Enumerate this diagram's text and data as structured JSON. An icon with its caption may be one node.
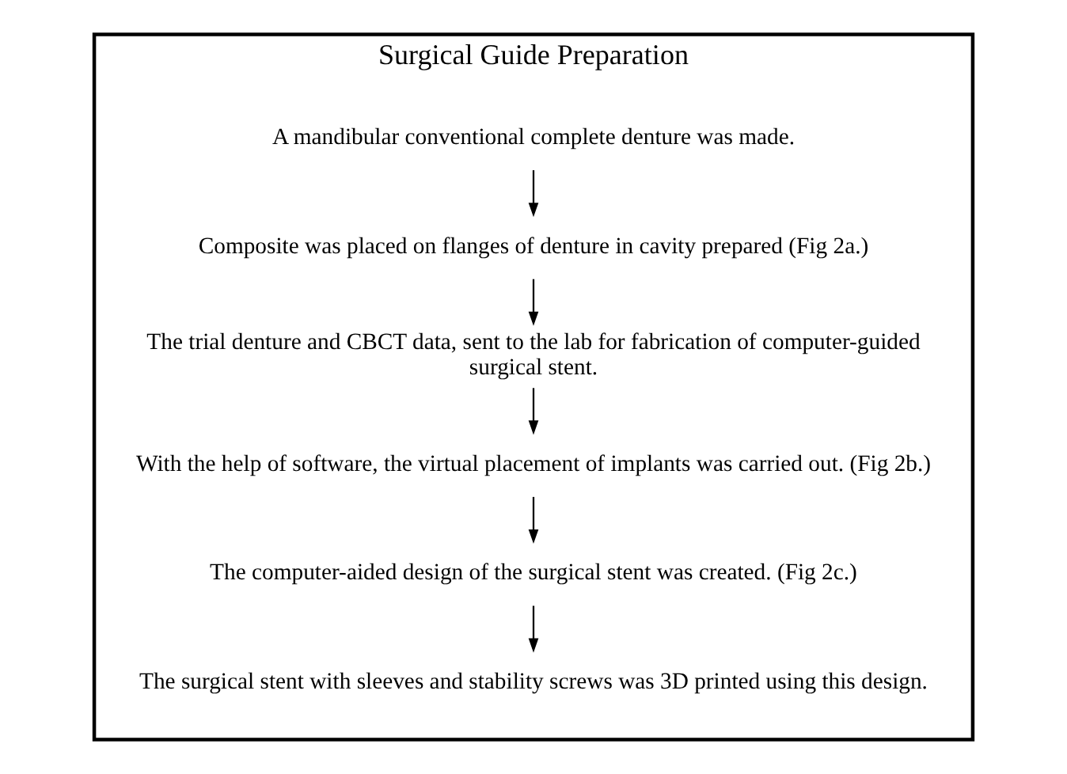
{
  "diagram": {
    "nodes": [
      {
        "text": [
          "Surgical Guide Preparation"
        ]
      },
      {
        "text": [
          "A mandibular conventional complete denture was made."
        ],
        "in": 0
      },
      {
        "text": [
          "Composite was placed on flanges of denture in cavity prepared (Fig 2a.)"
        ],
        "in": 0
      },
      {
        "text": [
          "The trial denture and CBCT data, sent to the lab for fabrication of computer-guided surgical stent."
        ],
        "in": 0
      },
      {
        "text": [
          "With the help of software, the virtual placement of implants was carried out. (Fig 2b.)"
        ],
        "in": 0
      },
      {
        "text": [
          "The computer-aided design of the surgical stent was created. (Fig 2c.)"
        ],
        "in": 0
      },
      {
        "text": [
          "The surgical stent with sleeves and stability screws was 3D printed using this design."
        ],
        "in": 0
      }
    ],
    "edges": [
      {
        "from": 1,
        "to": 2,
        "arrow": "to"
      },
      {
        "from": 2,
        "to": 3,
        "arrow": "to"
      },
      {
        "from": 3,
        "to": 4,
        "arrow": "to"
      },
      {
        "from": 4,
        "to": 5,
        "arrow": "to"
      },
      {
        "from": 5,
        "to": 6,
        "arrow": "to"
      }
    ]
  }
}
